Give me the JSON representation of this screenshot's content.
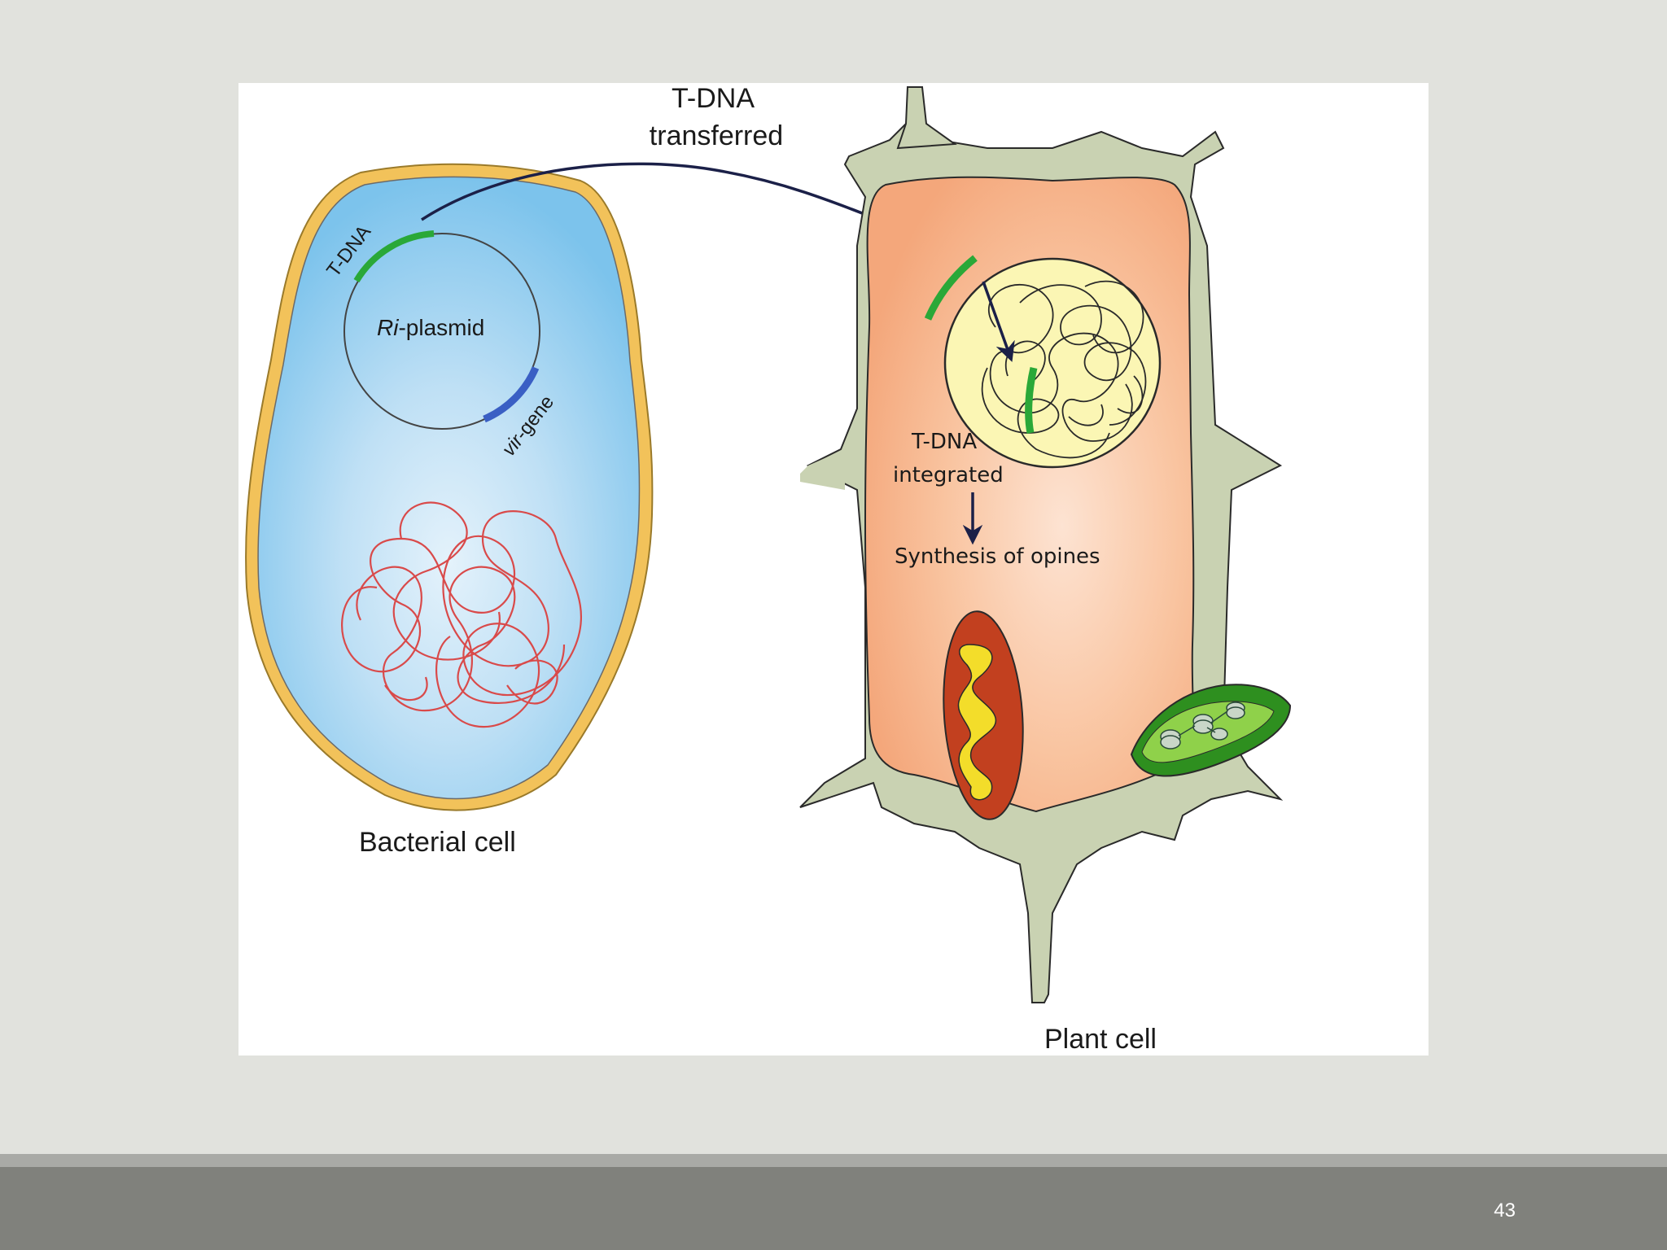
{
  "labels": {
    "tdna_transferred_line1": "T-DNA",
    "tdna_transferred_line2": "transferred",
    "plasmid_tdna": "T-DNA",
    "plasmid_name_italic": "Ri",
    "plasmid_name_rest": "-plasmid",
    "vir_gene_italic": "vir",
    "vir_gene_rest": "-gene",
    "bacterial_cell": "Bacterial cell",
    "tdna_integrated_line1": "T-DNA",
    "tdna_integrated_line2": "integrated",
    "synthesis": "Synthesis of opines",
    "plant_cell": "Plant cell"
  },
  "footer": {
    "page_number": "43"
  },
  "colors": {
    "slide_background": "#e1e2dd",
    "footer_bar": "#80817c",
    "bacterial_wall": "#f2c25a",
    "bacterial_cytoplasm": "#bfe0f5",
    "bacterial_chromosome": "#d94a4a",
    "tdna_segment": "#2aa838",
    "vir_gene_segment": "#3a5fc4",
    "arrow": "#1b2048",
    "plant_wall": "#c9d2b2",
    "plant_cytoplasm": "#f7b58c",
    "nucleus": "#fbf6b4",
    "mitochondrion": "#c2401f",
    "chloroplast": "#4caf2a"
  },
  "icons": [
    "bacterial-chromosome-icon",
    "plant-nucleus-icon",
    "mitochondrion-icon",
    "chloroplast-icon"
  ]
}
